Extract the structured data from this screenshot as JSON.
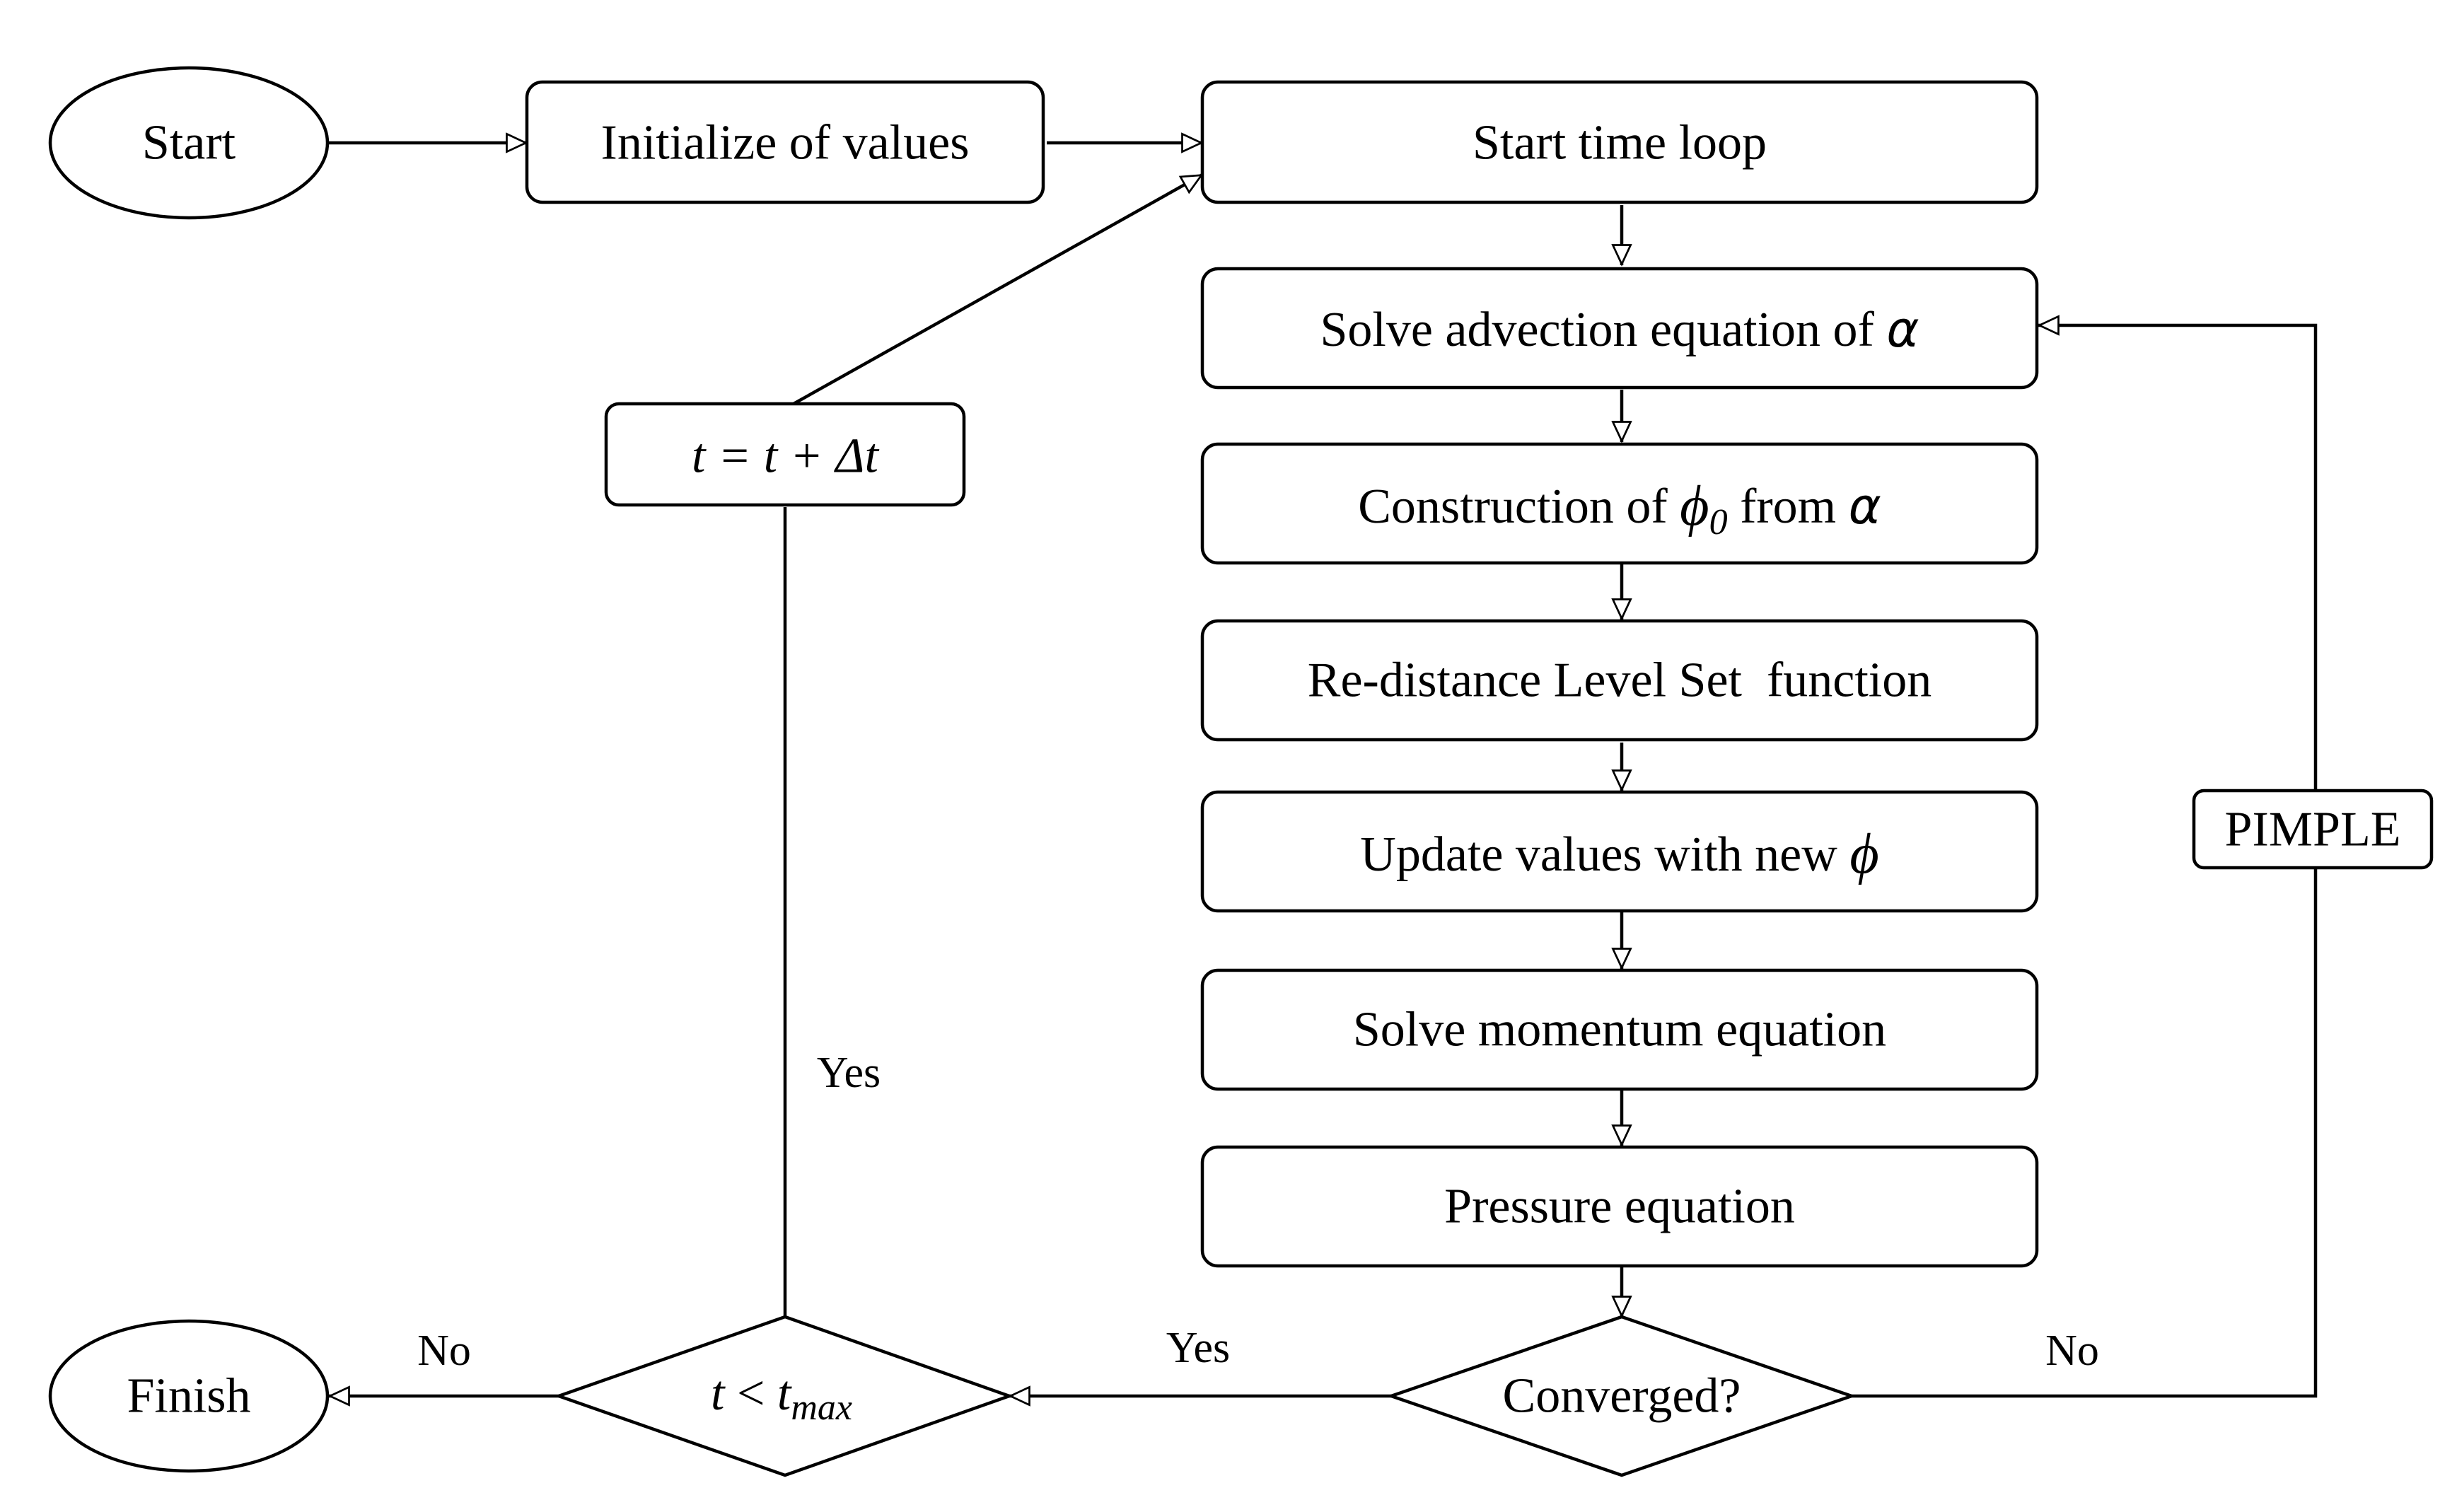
{
  "nodes": {
    "start": "Start",
    "init": "Initialize of values",
    "time_loop": "Start time loop",
    "advection": {
      "text": "Solve advection equation of ",
      "sym": "α"
    },
    "construction": {
      "pre": "Construction of ",
      "phi": "ϕ",
      "sub": "0",
      "mid": " from ",
      "sym": "α"
    },
    "redistance": "Re-distance Level Set  function",
    "update": {
      "text": "Update values with new ",
      "phi": "ϕ"
    },
    "momentum": "Solve momentum equation",
    "pressure": "Pressure equation",
    "converged": "Converged?",
    "time_check": {
      "t": "t",
      "op": " < ",
      "tsub": "t",
      "sub": "max"
    },
    "time_step": "t = t + Δt",
    "finish": "Finish",
    "pimple": "PIMPLE"
  },
  "edges": {
    "yes_converged": "Yes",
    "no_converged": "No",
    "yes_time": "Yes",
    "no_time": "No"
  }
}
